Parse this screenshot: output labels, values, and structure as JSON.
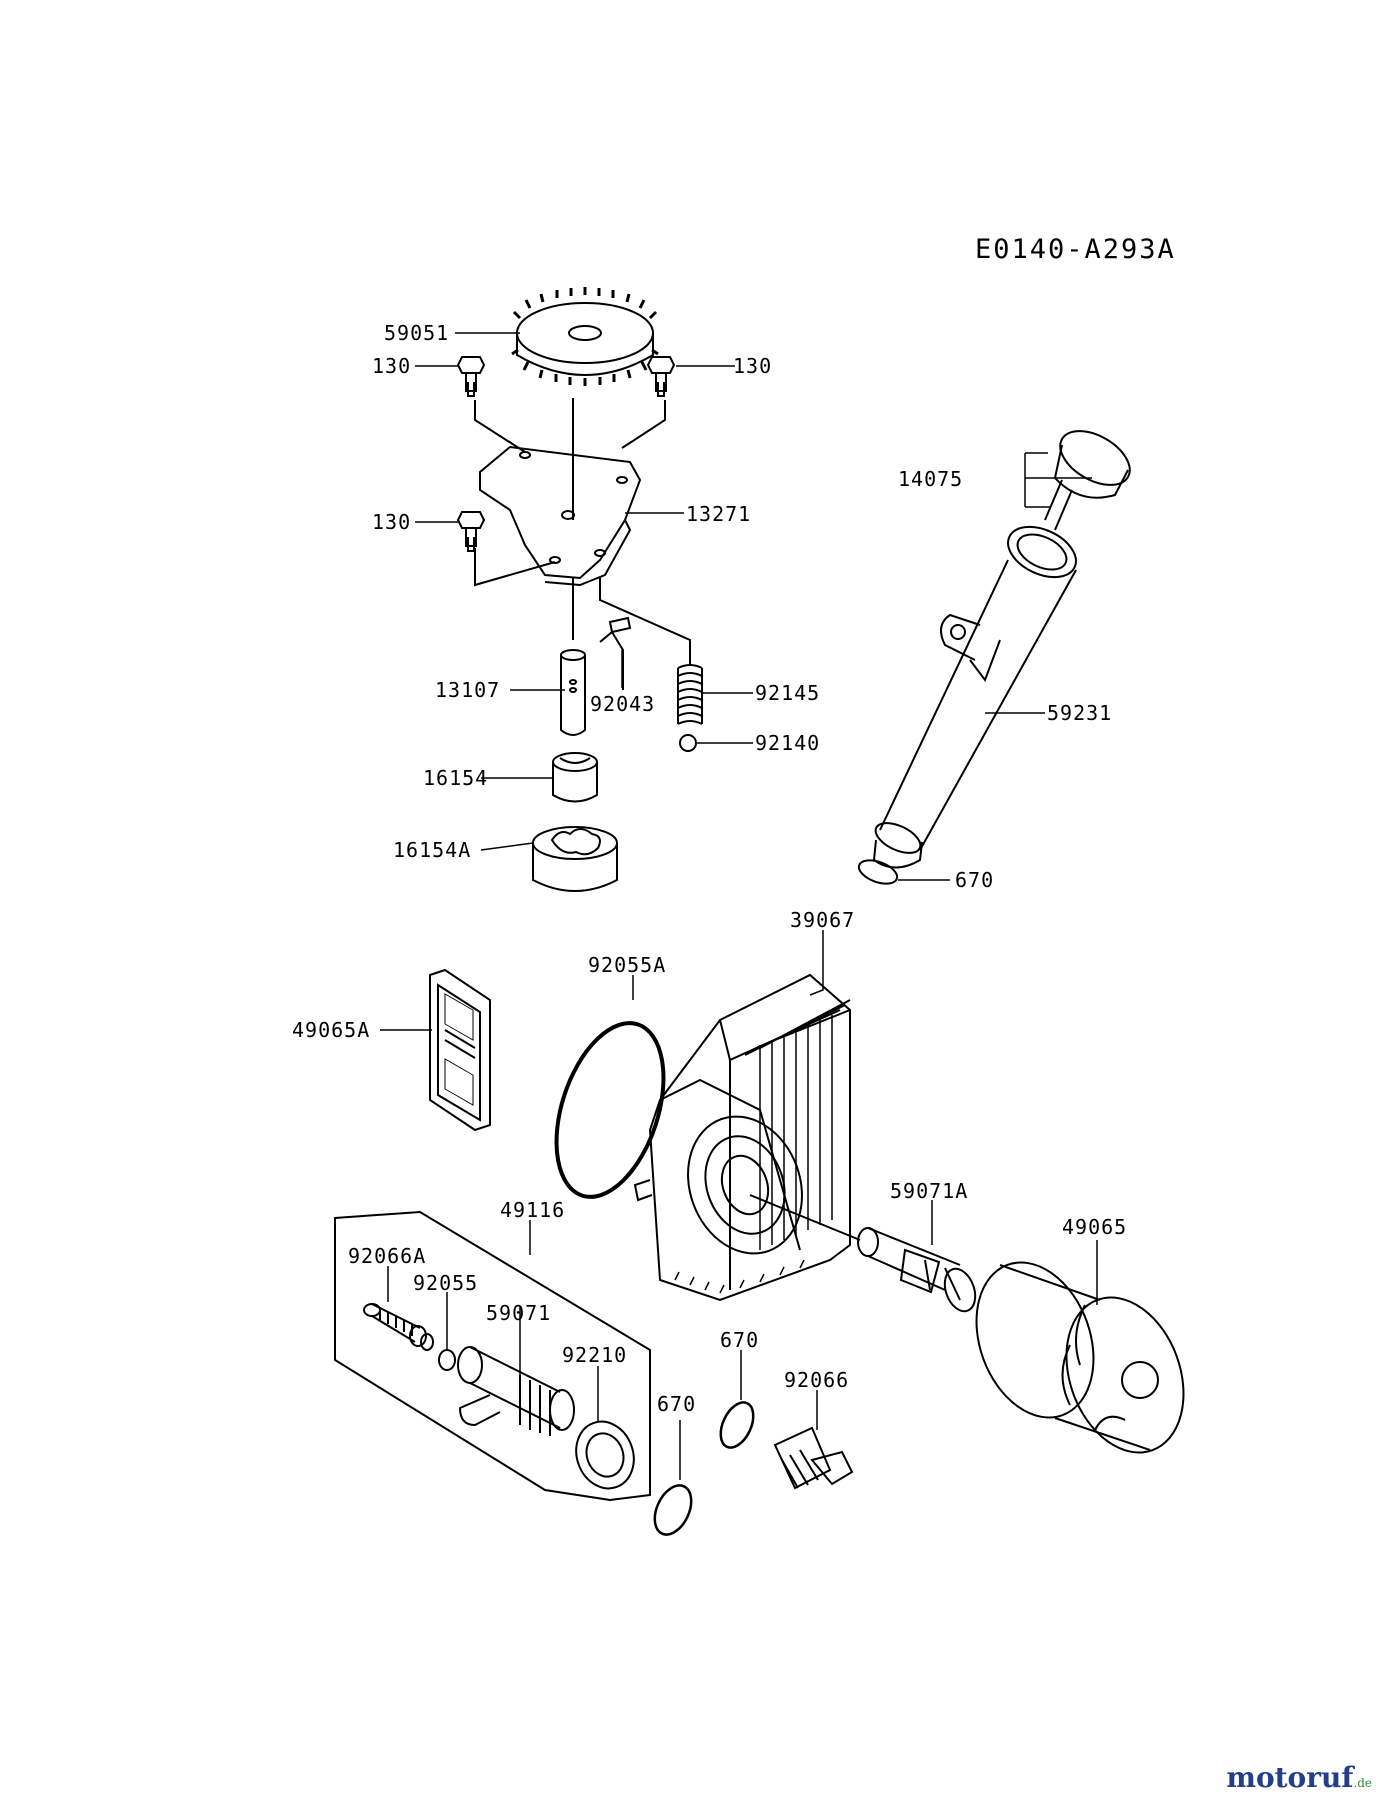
{
  "diagram": {
    "code": "E0140-A293A",
    "labels": {
      "p59051": "59051",
      "p130a": "130",
      "p130b": "130",
      "p130c": "130",
      "p13271": "13271",
      "p14075": "14075",
      "p13107": "13107",
      "p92043": "92043",
      "p92145": "92145",
      "p92140": "92140",
      "p16154": "16154",
      "p16154A": "16154A",
      "p59231": "59231",
      "p670a": "670",
      "p39067": "39067",
      "p92055A": "92055A",
      "p49065A": "49065A",
      "p59071A": "59071A",
      "p49116": "49116",
      "p49065": "49065",
      "p92066A": "92066A",
      "p92055": "92055",
      "p59071": "59071",
      "p92210": "92210",
      "p670b": "670",
      "p670c": "670",
      "p92066": "92066"
    }
  },
  "watermark": {
    "brand": "motoruf",
    "tld": ".de",
    "colors": {
      "main": "#233f8a",
      "accent": "#e08a1e",
      "tld": "#2a8a3a"
    }
  }
}
